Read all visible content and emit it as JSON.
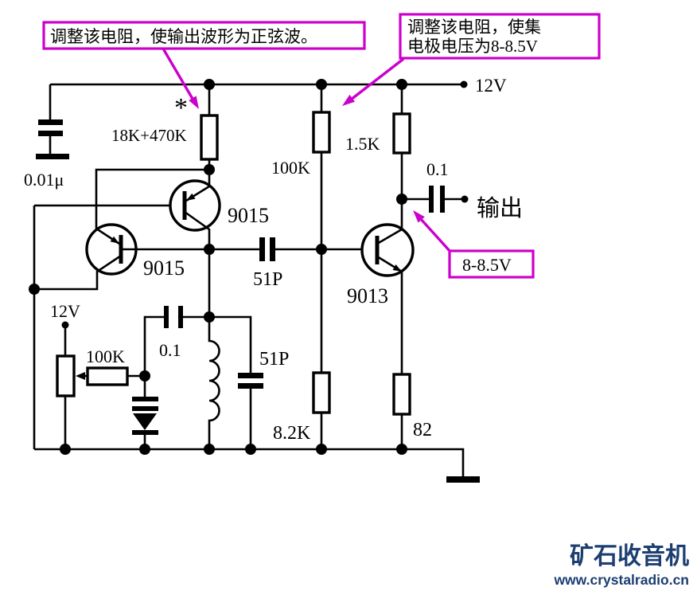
{
  "colors": {
    "accent": "#cc00cc",
    "wire": "#000000",
    "watermark": "#1c3e71",
    "output_text": "#3b3b3b"
  },
  "callouts": {
    "sine_note": "调整该电阻，使输出波形为正弦波。",
    "collector_note_line1": "调整该电阻，使集",
    "collector_note_line2": "电极电压为8-8.5V",
    "voltage_badge": "8-8.5V"
  },
  "power": {
    "rail_label": "12V",
    "pot_supply_label": "12V"
  },
  "components": {
    "input_cap": "0.01μ",
    "star": "*",
    "feedback_resistor": "18K+470K",
    "bias_resistor": "100K",
    "load_resistor": "1.5K",
    "output_cap": "0.1",
    "q1_label": "9015",
    "q2_label": "9015",
    "q3_label": "9013",
    "coupling_cap": "51P",
    "tank_series_cap": "0.1",
    "tank_parallel_cap": "51P",
    "resistor_8k2": "8.2K",
    "resistor_82": "82",
    "pot_series_resistor": "100K"
  },
  "output": {
    "label": "输出"
  },
  "watermark": {
    "site_name": "矿石收音机",
    "site_url": "www.crystalradio.cn"
  }
}
